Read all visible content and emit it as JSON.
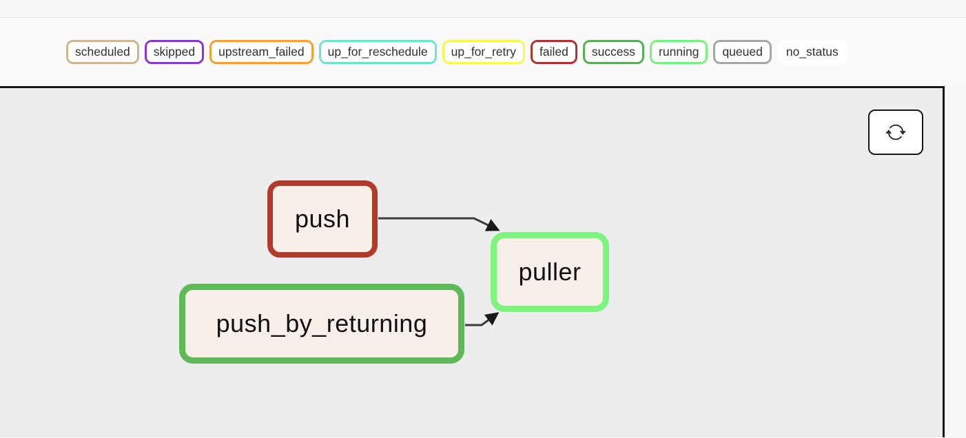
{
  "legend": {
    "items": [
      {
        "label": "scheduled",
        "color": "#d2b48c"
      },
      {
        "label": "skipped",
        "color": "#8c35cf"
      },
      {
        "label": "upstream_failed",
        "color": "#efa135"
      },
      {
        "label": "up_for_reschedule",
        "color": "#6fe2d4"
      },
      {
        "label": "up_for_retry",
        "color": "#f7f74e"
      },
      {
        "label": "failed",
        "color": "#a9362b"
      },
      {
        "label": "success",
        "color": "#56ae57"
      },
      {
        "label": "running",
        "color": "#77f377"
      },
      {
        "label": "queued",
        "color": "#a6a6a6"
      },
      {
        "label": "no_status",
        "color": "#ffffff"
      }
    ]
  },
  "graph": {
    "node_fill": "#f9efe9",
    "edge_color": "#3a3a3a",
    "nodes": [
      {
        "label": "push",
        "state": "failed",
        "border_color": "#b03b2c"
      },
      {
        "label": "push_by_returning",
        "state": "success",
        "border_color": "#5eba57"
      },
      {
        "label": "puller",
        "state": "running",
        "border_color": "#7df47d"
      }
    ],
    "edges": [
      {
        "from": "push",
        "to": "puller"
      },
      {
        "from": "push_by_returning",
        "to": "puller"
      }
    ]
  },
  "toolbar": {
    "refresh_icon": "refresh"
  }
}
